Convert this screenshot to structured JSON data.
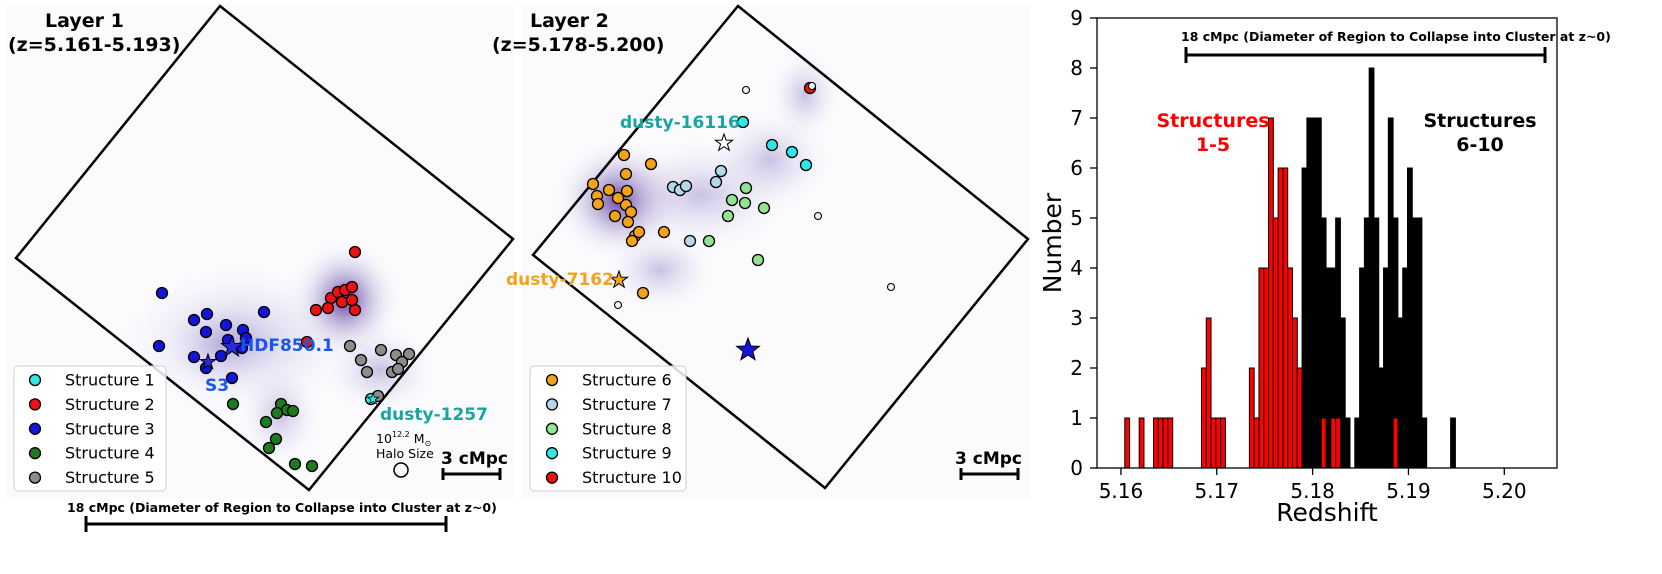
{
  "colors": {
    "structure_1": "#33e6e6",
    "structure_2": "#ee1111",
    "structure_3": "#1515d8",
    "structure_4": "#1f7a1f",
    "structure_5": "#8c8c8c",
    "structure_6": "#f2a31b",
    "structure_7": "#b4d8ea",
    "structure_8": "#92e392",
    "structure_9": "#33e6e6",
    "structure_10": "#ee1111",
    "density": "#4b1c8c",
    "hist_red": "#ff0000",
    "hist_black": "#000000",
    "label_blue": "#1a56e8",
    "label_teal": "#17a6a0",
    "label_orange": "#f2a31b"
  },
  "layer1": {
    "title": "Layer 1",
    "subtitle": "(z=5.161-5.193)",
    "legend": [
      "Structure 1",
      "Structure 2",
      "Structure 3",
      "Structure 4",
      "Structure 5"
    ],
    "annotations": {
      "hdf": "HDF850.1",
      "s3": "S3",
      "dusty": "dusty-1257",
      "halo_mass": "10",
      "halo_exp": "12.2",
      "halo_unit": " M",
      "halo_sub": "⊙",
      "halo_label": "Halo Size",
      "scale": "3 cMpc"
    },
    "bottom_bar": "18 cMpc (Diameter of Region to Collapse into Cluster at z~0)"
  },
  "layer2": {
    "title": "Layer 2",
    "subtitle": "(z=5.178-5.200)",
    "legend": [
      "Structure 6",
      "Structure 7",
      "Structure 8",
      "Structure 9",
      "Structure 10"
    ],
    "annotations": {
      "dusty16116": "dusty-16116",
      "dusty7162": "dusty-7162",
      "scale": "3 cMpc"
    }
  },
  "chart_data": {
    "type": "bar",
    "subtype": "histogram",
    "xlabel": "Redshift",
    "ylabel": "Number",
    "xlim": [
      5.1575,
      5.2055
    ],
    "ylim": [
      0,
      9
    ],
    "xticks": [
      "5.16",
      "5.17",
      "5.18",
      "5.19",
      "5.20"
    ],
    "xtick_values": [
      5.16,
      5.17,
      5.18,
      5.19,
      5.2
    ],
    "yticks": [
      "0",
      "1",
      "2",
      "3",
      "4",
      "5",
      "6",
      "7",
      "8",
      "9"
    ],
    "bin_start": 5.1604,
    "bin_width": 0.0005,
    "annotation_bar": "18 cMpc (Diameter of Region to Collapse into Cluster at z~0)",
    "series": [
      {
        "name": "Structures\n6-10",
        "label_lines": [
          "Structures",
          "6-10"
        ],
        "color": "#000000",
        "counts": [
          0,
          0,
          0,
          0,
          0,
          0,
          0,
          0,
          0,
          0,
          0,
          0,
          0,
          0,
          0,
          0,
          0,
          0,
          0,
          0,
          0,
          0,
          0,
          0,
          0,
          0,
          0,
          0,
          0,
          0,
          0,
          0,
          0,
          0,
          0,
          0,
          0,
          6,
          7,
          7,
          7,
          5,
          4,
          4,
          5,
          3,
          1,
          0,
          1,
          4,
          5,
          8,
          5,
          2,
          4,
          7,
          5,
          3,
          4,
          6,
          5,
          5,
          1,
          0,
          0,
          0,
          0,
          0,
          1
        ]
      },
      {
        "name": "Structures\n1-5",
        "label_lines": [
          "Structures",
          "1-5"
        ],
        "color": "#ff0000",
        "counts": [
          1,
          0,
          0,
          1,
          0,
          0,
          1,
          1,
          1,
          1,
          0,
          0,
          0,
          0,
          0,
          0,
          2,
          3,
          1,
          1,
          1,
          0,
          0,
          0,
          0,
          0,
          2,
          1,
          4,
          4,
          7,
          5,
          6,
          6,
          4,
          3,
          2,
          0,
          0,
          0,
          0,
          1,
          0,
          1,
          1,
          0,
          0,
          0,
          0,
          0,
          0,
          0,
          0,
          0,
          0,
          0,
          1,
          0,
          0,
          0,
          0,
          0,
          0,
          0,
          0,
          0,
          0,
          0,
          0
        ]
      }
    ]
  }
}
